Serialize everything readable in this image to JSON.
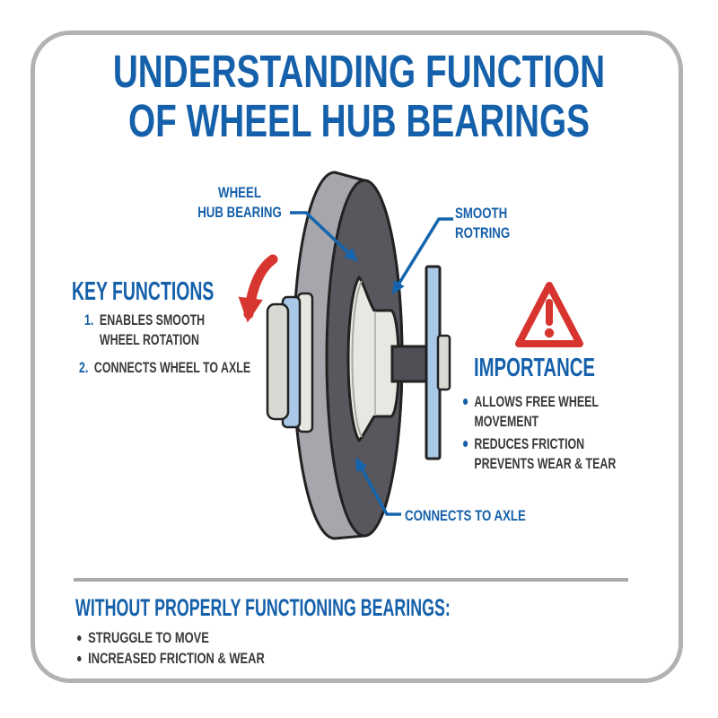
{
  "title": {
    "line1": "UNDERSTANDING FUNCTION",
    "line2": "OF WHEEL HUB BEARINGS"
  },
  "diagram_labels": {
    "wheel_hub_bearing": {
      "line1": "WHEEL",
      "line2": "HUB BEARING"
    },
    "smooth_rotring": {
      "line1": "SMOOTH",
      "line2": "ROTRING"
    },
    "connects_to_axle": "CONNECTS TO AXLE"
  },
  "key_functions": {
    "heading": "KEY FUNCTIONS",
    "items": [
      {
        "number": "1.",
        "line1": "ENABLES SMOOTH",
        "line2": "WHEEL ROTATION"
      },
      {
        "number": "2.",
        "line1": "CONNECTS WHEEL TO AXLE"
      }
    ]
  },
  "importance": {
    "heading": "IMPORTANCE",
    "items": [
      {
        "line1": "ALLOWS FREE WHEEL",
        "line2": "MOVEMENT"
      },
      {
        "line1": "REDUCES FRICTION",
        "line2": "PREVENTS WEAR & TEAR"
      }
    ]
  },
  "footer": {
    "heading": "WITHOUT PROPERLY FUNCTIONING BEARINGS:",
    "items": [
      "STRUGGLE TO MOVE",
      "INCREASED FRICTION & WEAR"
    ]
  },
  "icons": {
    "warning": "warning-triangle-icon",
    "rotation": "rotation-arrow-icon"
  },
  "colors": {
    "accent_blue": "#1560AA",
    "warning_red": "#D7352F",
    "text_dark": "#39393B",
    "light_blue": "#A9C7E6",
    "disc_rim": "#A6A6AC",
    "disc_face": "#57575D",
    "card_border": "#B2B2B2"
  }
}
